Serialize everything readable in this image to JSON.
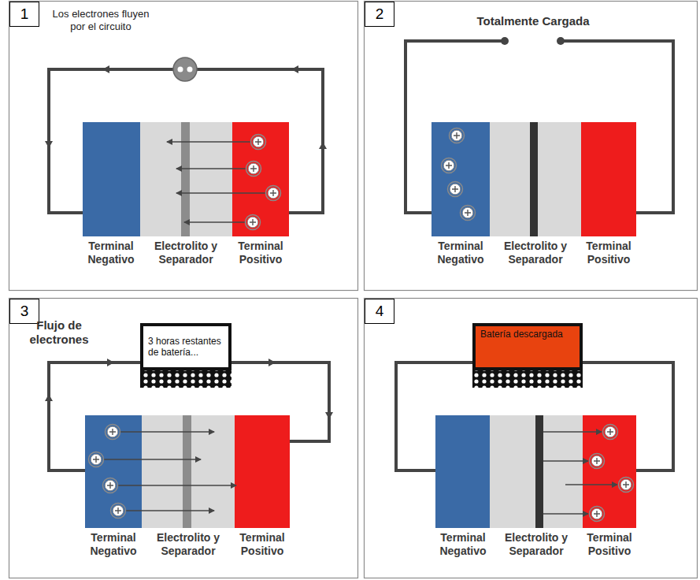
{
  "diagram": {
    "nodes": [
      {
        "text": [
          "1"
        ]
      },
      {
        "text": [
          "2"
        ]
      },
      {
        "text": [
          "3"
        ]
      },
      {
        "text": [
          "3 horas restantes de batería..."
        ]
      },
      {
        "text": [
          "4"
        ]
      },
      {
        "text": [
          "Batería descargada"
        ]
      }
    ],
    "labels": [
      "Los electrones fluyen por el circuito",
      "Terminal Negativo",
      "Electrolito y Separador",
      "Terminal Positivo",
      "Totalmente Cargada",
      "Terminal Negativo",
      "Electrolito y Separador",
      "Terminal Positivo",
      "Flujo de electrones",
      "Terminal Negativo",
      "Electrolito y Separador",
      "Terminal Positivo",
      "Terminal Negativo",
      "Electrolito y Separador",
      "Terminal Positivo"
    ]
  }
}
